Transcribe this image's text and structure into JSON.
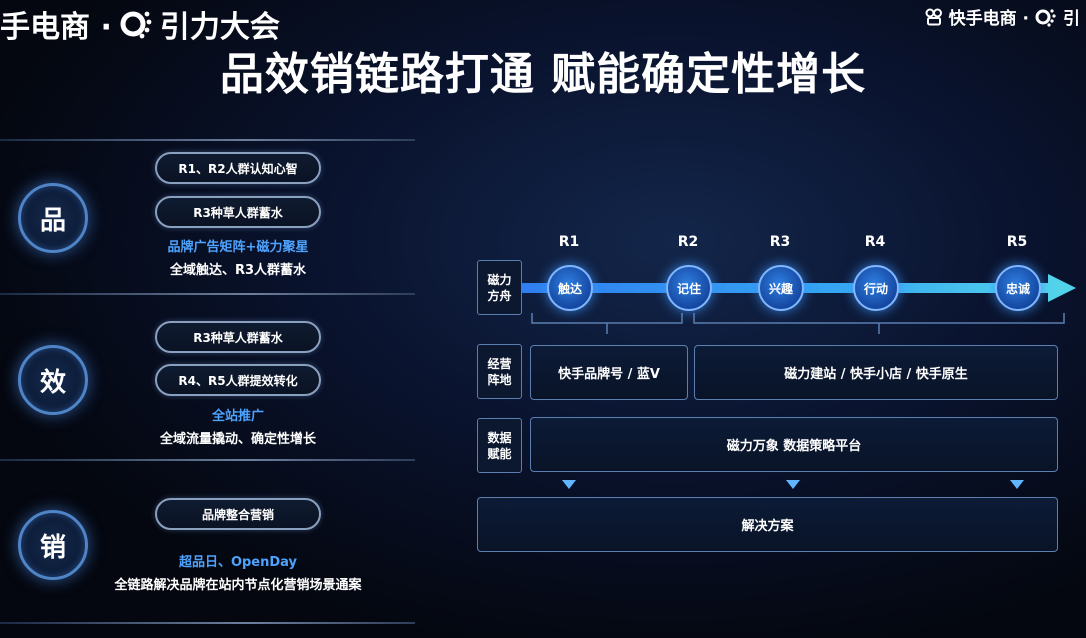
{
  "header": {
    "brand_left": "手电商 ·",
    "brand_left_event": "引力大会",
    "brand_right": "快手电商 ·",
    "brand_right_tail": "引",
    "headline": "品效销链路打通 赋能确定性增长"
  },
  "left": {
    "sections": [
      {
        "badge": "品",
        "pills": [
          "R1、R2人群认知心智",
          "R3种草人群蓄水"
        ],
        "highlight": "品牌广告矩阵+磁力聚星",
        "desc": "全域触达、R3人群蓄水"
      },
      {
        "badge": "效",
        "pills": [
          "R3种草人群蓄水",
          "R4、R5人群提效转化"
        ],
        "highlight": "全站推广",
        "desc": "全域流量撬动、确定性增长"
      },
      {
        "badge": "销",
        "pills": [
          "品牌整合营销"
        ],
        "highlight": "超品日、OpenDay",
        "desc": "全链路解决品牌在站内节点化营销场景通案"
      }
    ]
  },
  "diagram": {
    "stage_labels": [
      "R1",
      "R2",
      "R3",
      "R4",
      "R5"
    ],
    "nodes": [
      "触达",
      "记住",
      "兴趣",
      "行动",
      "忠诚"
    ],
    "rows": [
      {
        "side": "磁力方舟"
      },
      {
        "side": "经营阵地",
        "bars": [
          "快手品牌号 / 蓝V",
          "磁力建站 / 快手小店 / 快手原生"
        ]
      },
      {
        "side": "数据赋能",
        "bars": [
          "磁力万象 数据策略平台"
        ]
      }
    ],
    "solution": "解决方案"
  }
}
